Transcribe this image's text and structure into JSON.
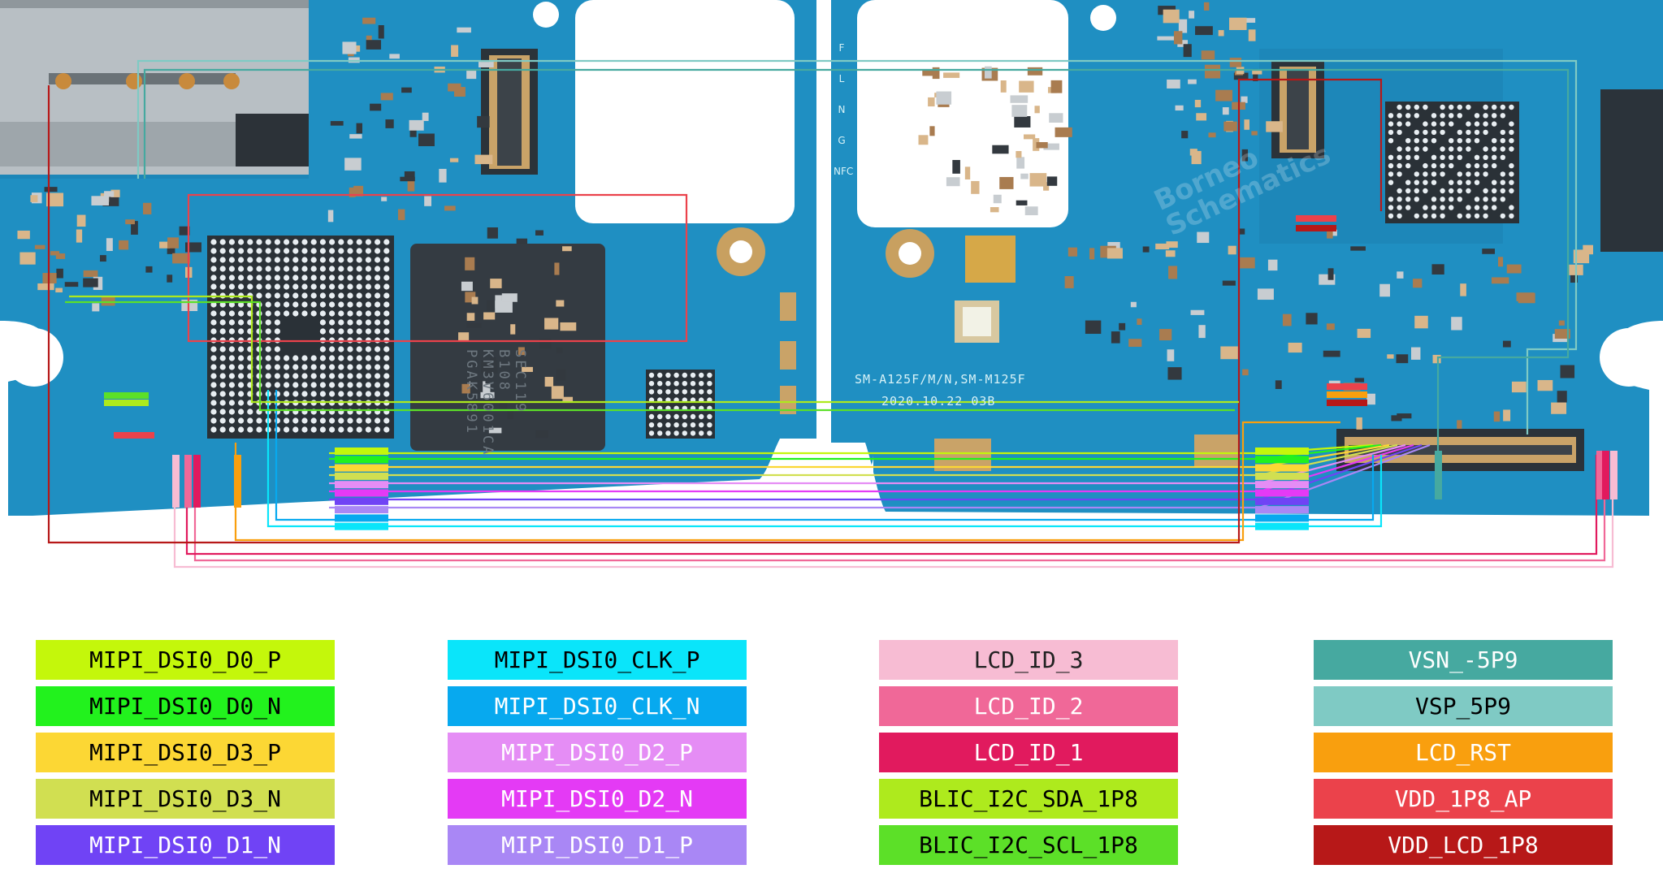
{
  "board": {
    "model_text": "SM-A125F/M/N,SM-M125F",
    "date_text": "2020.10.22  03B",
    "memory_chip_lines": [
      "SEC119",
      "B108",
      "KM3V6001CA",
      "PGAK5891"
    ],
    "side_letters": [
      "F",
      "L",
      "N",
      "G",
      "NFC"
    ],
    "watermark_lines": [
      "Borneo",
      "Schematics"
    ]
  },
  "legend": [
    {
      "label": "MIPI_DSI0_D0_P",
      "color": "#c4f70b",
      "text_color": "#000000"
    },
    {
      "label": "MIPI_DSI0_D0_N",
      "color": "#22f21d",
      "text_color": "#000000"
    },
    {
      "label": "MIPI_DSI0_D3_P",
      "color": "#fcd734",
      "text_color": "#000000"
    },
    {
      "label": "MIPI_DSI0_D3_N",
      "color": "#d1df51",
      "text_color": "#000000"
    },
    {
      "label": "MIPI_DSI0_D1_N",
      "color": "#7043f5",
      "text_color": "#ffffff"
    },
    {
      "label": "MIPI_DSI0_CLK_P",
      "color": "#0ae5fa",
      "text_color": "#000000"
    },
    {
      "label": "MIPI_DSI0_CLK_N",
      "color": "#07a9ef",
      "text_color": "#ffffff"
    },
    {
      "label": "MIPI_DSI0_D2_P",
      "color": "#e58df5",
      "text_color": "#ffffff"
    },
    {
      "label": "MIPI_DSI0_D2_N",
      "color": "#e43af5",
      "text_color": "#ffffff"
    },
    {
      "label": "MIPI_DSI0_D1_P",
      "color": "#a987f5",
      "text_color": "#ffffff"
    },
    {
      "label": "LCD_ID_3",
      "color": "#f7bcd3",
      "text_color": "#222222"
    },
    {
      "label": "LCD_ID_2",
      "color": "#f06898",
      "text_color": "#ffffff"
    },
    {
      "label": "LCD_ID_1",
      "color": "#e11a5e",
      "text_color": "#ffffff"
    },
    {
      "label": "BLIC_I2C_SDA_1P8",
      "color": "#aeea1d",
      "text_color": "#000000"
    },
    {
      "label": "BLIC_I2C_SCL_1P8",
      "color": "#5ce028",
      "text_color": "#000000"
    },
    {
      "label": "VSN_-5P9",
      "color": "#46a9a0",
      "text_color": "#ffffff"
    },
    {
      "label": "VSP_5P9",
      "color": "#7fcac4",
      "text_color": "#000000"
    },
    {
      "label": "LCD_RST",
      "color": "#f99f0e",
      "text_color": "#ffffff"
    },
    {
      "label": "VDD_1P8_AP",
      "color": "#eb424b",
      "text_color": "#ffffff"
    },
    {
      "label": "VDD_LCD_1P8",
      "color": "#b71818",
      "text_color": "#ffffff"
    }
  ],
  "colors": {
    "board": "#1f8fc2",
    "board_dark": "#17709f",
    "board_edge": "#45add8",
    "cutout": "#ffffff",
    "chip": "#343b42",
    "ball": "#e8eef2",
    "gold": "#c8a060"
  }
}
